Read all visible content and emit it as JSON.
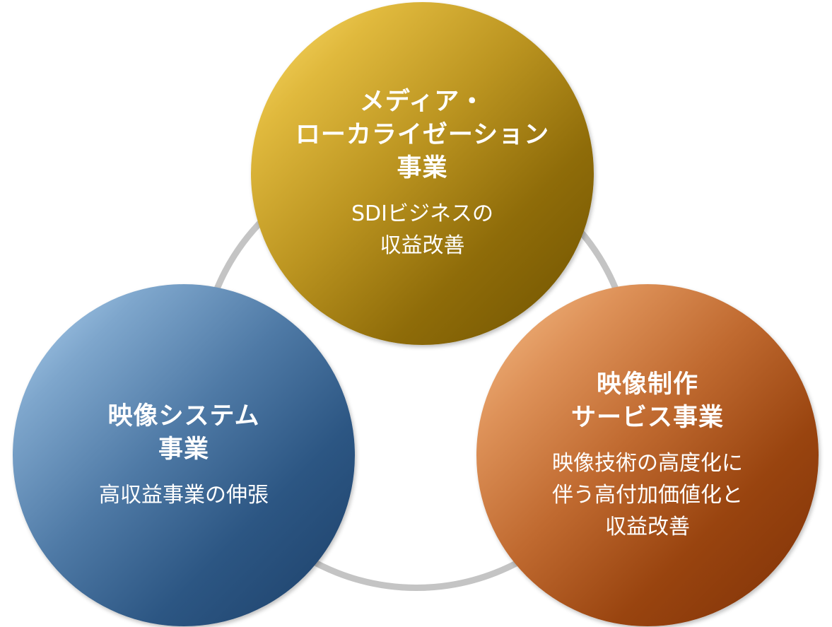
{
  "nodes": [
    {
      "title_lines": [
        "メディア・",
        "ローカライゼーション",
        "事業"
      ],
      "desc_lines": [
        "SDIビジネスの",
        "収益改善"
      ]
    },
    {
      "title_lines": [
        "映像システム",
        "事業"
      ],
      "desc_lines": [
        "高収益事業の伸張"
      ]
    },
    {
      "title_lines": [
        "映像制作",
        "サービス事業"
      ],
      "desc_lines": [
        "映像技術の高度化に",
        "伴う高付加価値化と",
        "収益改善"
      ]
    }
  ],
  "colors": {
    "gold": "#bb9420",
    "blue": "#2c5683",
    "copper": "#c06a30",
    "ring": "#c4c4c4"
  }
}
